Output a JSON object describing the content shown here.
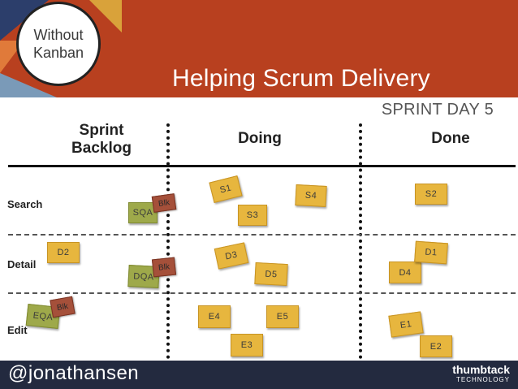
{
  "slide": {
    "title": "Helping Scrum Delivery",
    "badge_lines": [
      "Without",
      "Kanban"
    ],
    "sprint_day": "SPRINT DAY 5"
  },
  "columns": {
    "backlog_line1": "Sprint",
    "backlog_line2": "Backlog",
    "doing": "Doing",
    "done": "Done"
  },
  "rows": {
    "search": "Search",
    "detail": "Detail",
    "edit": "Edit"
  },
  "cards": {
    "S1": "S1",
    "S2": "S2",
    "S3": "S3",
    "S4": "S4",
    "SQA": "SQA",
    "D1": "D1",
    "D2": "D2",
    "D3": "D3",
    "D4": "D4",
    "D5": "D5",
    "DQA": "DQA",
    "E1": "E1",
    "E2": "E2",
    "E3": "E3",
    "E4": "E4",
    "E5": "E5",
    "EQA": "EQA"
  },
  "blocked_label": "Blk",
  "footer": {
    "handle": "@jonathansen",
    "brand_name": "thumbtack",
    "brand_sub": "TECHNOLOGY"
  },
  "colors": {
    "header_bg": "#b8401f",
    "card": "#e7b63e",
    "qa_card": "#9ea94a",
    "blocked": "#a5503a",
    "footer_bg": "#232a3f"
  }
}
